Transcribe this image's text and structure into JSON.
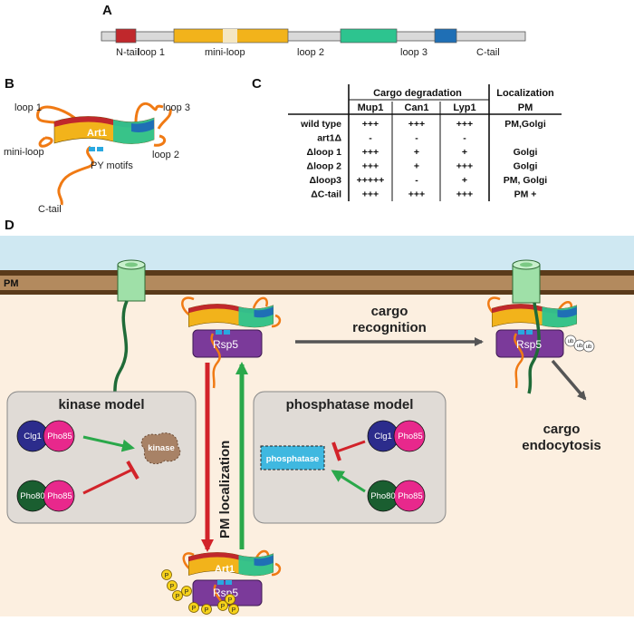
{
  "panels": {
    "a": "A",
    "b": "B",
    "c": "C",
    "d": "D"
  },
  "domain_labels": {
    "n_tail": "N-tail",
    "loop1": "loop 1",
    "mini_loop": "mini-loop",
    "loop2": "loop 2",
    "loop3": "loop 3",
    "c_tail": "C-tail"
  },
  "domain_colors": {
    "n_tail": "#c0282c",
    "mini_loop": "#f2b31b",
    "loop2": "#2dc48f",
    "loop3": "#1f6fb5",
    "backbone": "#d9d9d9",
    "orange": "#f07a14",
    "rsp5": "#7b3a9a",
    "green_arrow": "#2aa84a",
    "red_arrow": "#d2232a"
  },
  "panel_b": {
    "protein": "Art1",
    "loop1": "loop 1",
    "loop3": "loop 3",
    "mini_loop": "mini-loop",
    "loop2": "loop 2",
    "py_motifs": "PY motifs",
    "c_tail": "C-tail"
  },
  "table": {
    "group_degradation": "Cargo degradation",
    "group_localization": "Localization",
    "columns": [
      "Mup1",
      "Can1",
      "Lyp1",
      "PM"
    ],
    "rows": [
      {
        "name": "wild type",
        "values": [
          "+++",
          "+++",
          "+++",
          "PM,Golgi"
        ]
      },
      {
        "name": "art1Δ",
        "values": [
          "-",
          "-",
          "-",
          ""
        ]
      },
      {
        "name": "Δloop 1",
        "values": [
          "+++",
          "+",
          "+",
          "Golgi"
        ]
      },
      {
        "name": "Δloop 2",
        "values": [
          "+++",
          "+",
          "+++",
          "Golgi"
        ]
      },
      {
        "name": "Δloop3",
        "values": [
          "+++++",
          "-",
          "+",
          "PM, Golgi"
        ]
      },
      {
        "name": "ΔC-tail",
        "values": [
          "+++",
          "+++",
          "+++",
          "PM +"
        ]
      }
    ]
  },
  "panel_d": {
    "pm": "PM",
    "rsp5": "Rsp5",
    "art1": "Art1",
    "cargo_recognition_1": "cargo",
    "cargo_recognition_2": "recognition",
    "cargo_endocytosis_1": "cargo",
    "cargo_endocytosis_2": "endocytosis",
    "pm_localization": "PM localization",
    "ub": "ub",
    "p": "P",
    "kinase_model": {
      "title": "kinase model",
      "clg1": "Clg1",
      "pho85": "Pho85",
      "pho80": "Pho80",
      "kinase": "kinase"
    },
    "phosphatase_model": {
      "title": "phosphatase model",
      "clg1": "Clg1",
      "pho85": "Pho85",
      "pho80": "Pho80",
      "phosphatase": "phosphatase"
    }
  }
}
